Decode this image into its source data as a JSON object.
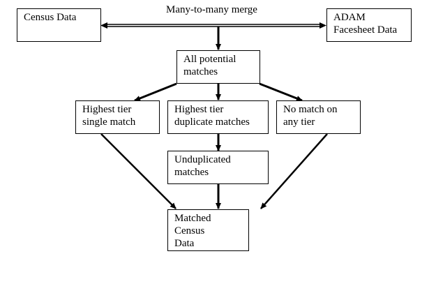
{
  "diagram": {
    "type": "flowchart",
    "merge_label": "Many-to-many merge",
    "nodes": {
      "census": "Census Data",
      "adam": "ADAM\nFacesheet Data",
      "all_potential": "All potential\nmatches",
      "single": "Highest tier\nsingle match",
      "duplicate": "Highest tier\nduplicate matches",
      "nomatch": "No match on\nany tier",
      "unduplicated": "Unduplicated\nmatches",
      "matched": "Matched Census\nData"
    },
    "edges": [
      {
        "from": "merge",
        "to": "census"
      },
      {
        "from": "merge",
        "to": "adam"
      },
      {
        "from": "merge",
        "to": "all_potential"
      },
      {
        "from": "all_potential",
        "to": "single"
      },
      {
        "from": "all_potential",
        "to": "duplicate"
      },
      {
        "from": "all_potential",
        "to": "nomatch"
      },
      {
        "from": "duplicate",
        "to": "unduplicated"
      },
      {
        "from": "single",
        "to": "matched"
      },
      {
        "from": "unduplicated",
        "to": "matched"
      },
      {
        "from": "nomatch",
        "to": "matched"
      }
    ]
  }
}
